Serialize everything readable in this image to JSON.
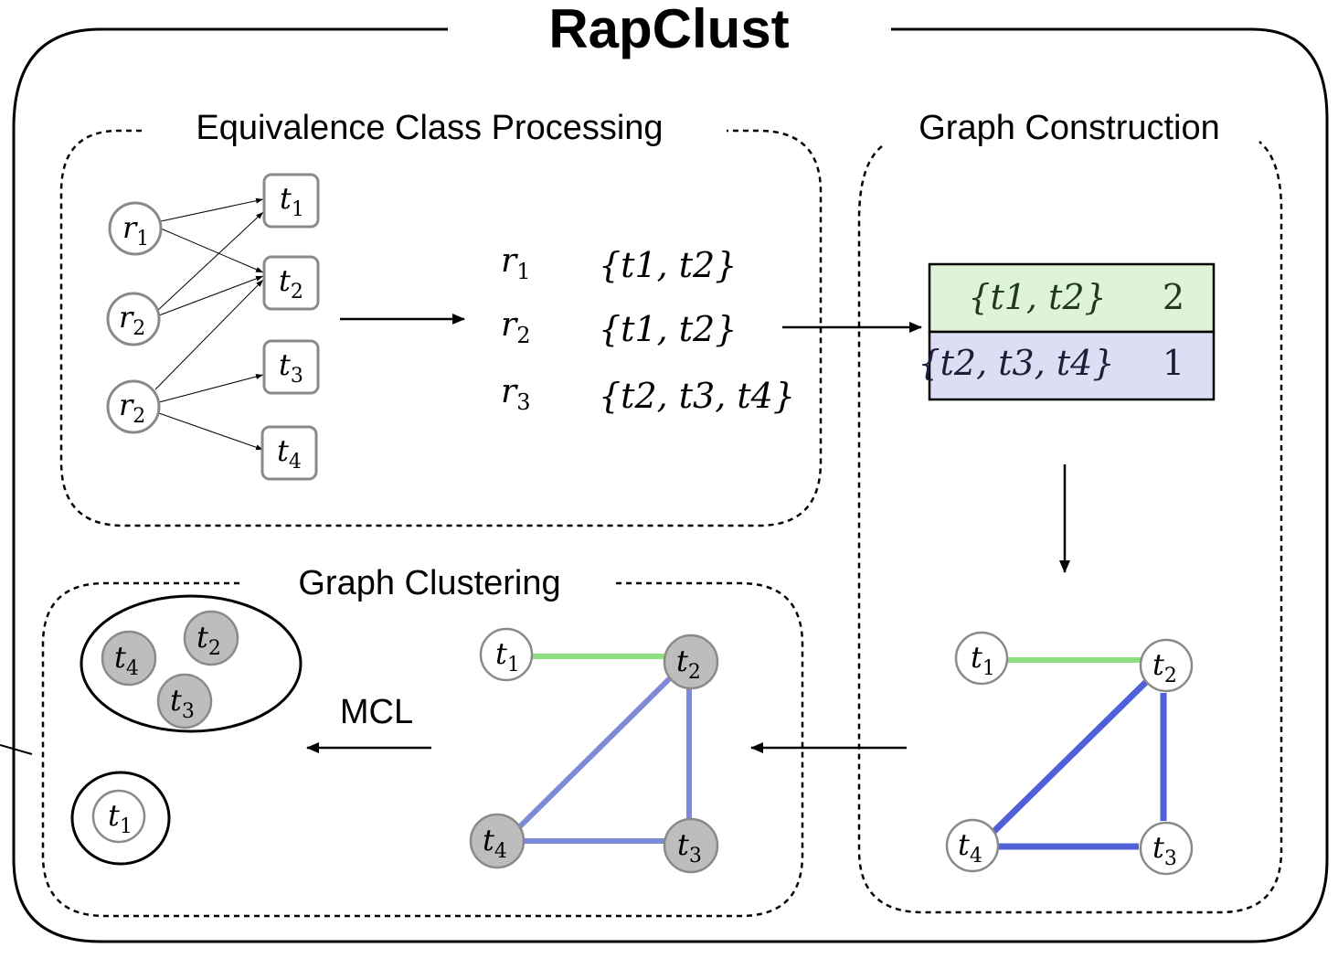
{
  "title": "RapClust",
  "sections": {
    "equivalence": "Equivalence Class Processing",
    "construction": "Graph Construction",
    "clustering": "Graph Clustering"
  },
  "mcl_label": "MCL",
  "bipartite": {
    "reads": [
      {
        "base": "r",
        "sub": "1"
      },
      {
        "base": "r",
        "sub": "2"
      },
      {
        "base": "r",
        "sub": "2"
      }
    ],
    "transcripts": [
      {
        "base": "t",
        "sub": "1"
      },
      {
        "base": "t",
        "sub": "2"
      },
      {
        "base": "t",
        "sub": "3"
      },
      {
        "base": "t",
        "sub": "4"
      }
    ]
  },
  "mapping": [
    {
      "read": "r",
      "sub": "1",
      "set": "{t1, t2}"
    },
    {
      "read": "r",
      "sub": "2",
      "set": "{t1, t2}"
    },
    {
      "read": "r",
      "sub": "3",
      "set": "{t2, t3, t4}"
    }
  ],
  "eq_table": [
    {
      "set": "{t1, t2}",
      "count": "2",
      "color": "#dff3d9"
    },
    {
      "set": "{t2, t3, t4}",
      "count": "1",
      "color": "#dcdff4"
    }
  ],
  "colors": {
    "green_edge": "#8de07f",
    "blue_edge_strong": "#5060d8",
    "blue_edge_light": "#7f8ad6",
    "node_gray": "#bdbdbd",
    "node_border": "#8a8a8a"
  },
  "graph_nodes": {
    "t1": {
      "base": "t",
      "sub": "1"
    },
    "t2": {
      "base": "t",
      "sub": "2"
    },
    "t3": {
      "base": "t",
      "sub": "3"
    },
    "t4": {
      "base": "t",
      "sub": "4"
    }
  }
}
